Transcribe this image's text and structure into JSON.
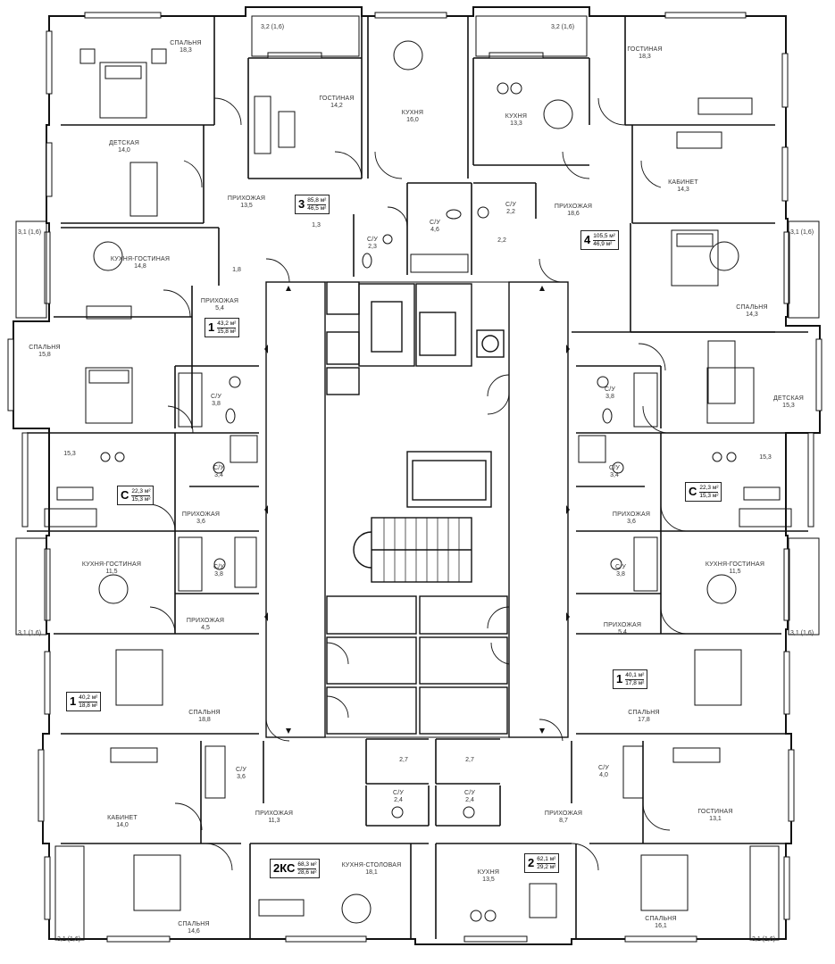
{
  "rooms": [
    {
      "name": "СПАЛЬНЯ",
      "area": "18,3"
    },
    {
      "name": "ГОСТИНАЯ",
      "area": "14,2"
    },
    {
      "name": "КУХНЯ",
      "area": "16,0"
    },
    {
      "name": "КУХНЯ",
      "area": "13,3"
    },
    {
      "name": "ГОСТИНАЯ",
      "area": "18,3"
    },
    {
      "name": "ДЕТСКАЯ",
      "area": "14,0"
    },
    {
      "name": "КАБИНЕТ",
      "area": "14,3"
    },
    {
      "name": "ПРИХОЖАЯ",
      "area": "13,5"
    },
    {
      "name": "С/У",
      "area": "4,6"
    },
    {
      "name": "С/У",
      "area": "2,3"
    },
    {
      "name": "С/У",
      "area": "2,2"
    },
    {
      "name": "ПРИХОЖАЯ",
      "area": "18,6"
    },
    {
      "name": "КУХНЯ-ГОСТИНАЯ",
      "area": "14,8"
    },
    {
      "name": "ПРИХОЖАЯ",
      "area": "5,4"
    },
    {
      "name": "СПАЛЬНЯ",
      "area": "14,3"
    },
    {
      "name": "СПАЛЬНЯ",
      "area": "15,8"
    },
    {
      "name": "С/У",
      "area": "3,8"
    },
    {
      "name": "С/У",
      "area": "3,8"
    },
    {
      "name": "ДЕТСКАЯ",
      "area": "15,3"
    },
    {
      "name": "",
      "area": "15,3"
    },
    {
      "name": "С/У",
      "area": "3,4"
    },
    {
      "name": "С/У",
      "area": "3,4"
    },
    {
      "name": "",
      "area": "15,3"
    },
    {
      "name": "ПРИХОЖАЯ",
      "area": "3,6"
    },
    {
      "name": "ПРИХОЖАЯ",
      "area": "3,6"
    },
    {
      "name": "КУХНЯ-ГОСТИНАЯ",
      "area": "11,5"
    },
    {
      "name": "С/У",
      "area": "3,8"
    },
    {
      "name": "С/У",
      "area": "3,8"
    },
    {
      "name": "КУХНЯ-ГОСТИНАЯ",
      "area": "11,5"
    },
    {
      "name": "ПРИХОЖАЯ",
      "area": "4,5"
    },
    {
      "name": "ПРИХОЖАЯ",
      "area": "5,4"
    },
    {
      "name": "СПАЛЬНЯ",
      "area": "18,8"
    },
    {
      "name": "СПАЛЬНЯ",
      "area": "17,8"
    },
    {
      "name": "С/У",
      "area": "3,6"
    },
    {
      "name": "С/У",
      "area": "4,0"
    },
    {
      "name": "КАБИНЕТ",
      "area": "14,0"
    },
    {
      "name": "ПРИХОЖАЯ",
      "area": "11,3"
    },
    {
      "name": "С/У",
      "area": "2,4"
    },
    {
      "name": "С/У",
      "area": "2,4"
    },
    {
      "name": "ПРИХОЖАЯ",
      "area": "8,7"
    },
    {
      "name": "ГОСТИНАЯ",
      "area": "13,1"
    },
    {
      "name": "КУХНЯ-СТОЛОВАЯ",
      "area": "18,1"
    },
    {
      "name": "КУХНЯ",
      "area": "13,5"
    },
    {
      "name": "СПАЛЬНЯ",
      "area": "14,6"
    },
    {
      "name": "СПАЛЬНЯ",
      "area": "16,1"
    }
  ],
  "small_areas": [
    "1,8",
    "1,3",
    "2,2",
    "2,7",
    "2,7"
  ],
  "balconies": [
    "3,2 (1,6)",
    "3,2 (1,6)",
    "3,1 (1,6)",
    "3,1 (1,6)",
    "3,1 (1,6)",
    "3,1 (1,6)",
    "3,1 (1,6)",
    "3,1 (1,6)"
  ],
  "apartments": [
    {
      "rooms": "3",
      "total": "85,8 м²",
      "living": "46,5 м²"
    },
    {
      "rooms": "4",
      "total": "105,5 м²",
      "living": "46,9 м²"
    },
    {
      "rooms": "1",
      "total": "43,2 м²",
      "living": "15,8 м²"
    },
    {
      "rooms": "С",
      "total": "22,3 м²",
      "living": "15,3 м²"
    },
    {
      "rooms": "С",
      "total": "22,3 м²",
      "living": "15,3 м²"
    },
    {
      "rooms": "1",
      "total": "40,2 м²",
      "living": "18,8 м²"
    },
    {
      "rooms": "1",
      "total": "40,1 м²",
      "living": "17,8 м²"
    },
    {
      "rooms": "2КС",
      "total": "68,3 м²",
      "living": "28,6 м²"
    },
    {
      "rooms": "2",
      "total": "62,1 м²",
      "living": "29,2 м²"
    }
  ]
}
